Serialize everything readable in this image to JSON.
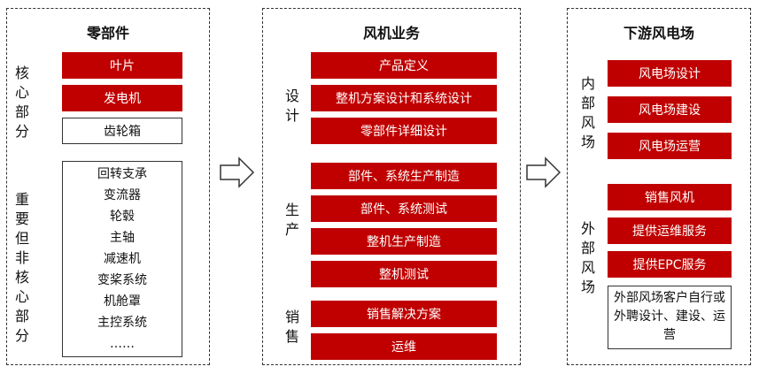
{
  "colors": {
    "accent_red": "#c00000",
    "border": "#333333"
  },
  "left": {
    "title": "零部件",
    "core_label": "核心部分",
    "core_items": [
      "叶片",
      "发电机"
    ],
    "core_plain": "齿轮箱",
    "important_label": "重要但非核心部分",
    "important_items": [
      "回转支承",
      "变流器",
      "轮毂",
      "主轴",
      "减速机",
      "变桨系统",
      "机舱罩",
      "主控系统",
      "……"
    ]
  },
  "middle": {
    "title": "风机业务",
    "design_label": "设计",
    "design_items": [
      "产品定义",
      "整机方案设计和系统设计",
      "零部件详细设计"
    ],
    "production_label": "生产",
    "production_items": [
      "部件、系统生产制造",
      "部件、系统测试",
      "整机生产制造",
      "整机测试"
    ],
    "sales_label": "销售",
    "sales_items": [
      "销售解决方案",
      "运维"
    ]
  },
  "right": {
    "title": "下游风电场",
    "internal_label": "内部风场",
    "internal_items": [
      "风电场设计",
      "风电场建设",
      "风电场运营"
    ],
    "external_label": "外部风场",
    "external_items": [
      "销售风机",
      "提供运维服务",
      "提供EPC服务"
    ],
    "external_note": "外部风场客户自行或外聘设计、建设、运营"
  },
  "icons": [
    "right-arrow-icon",
    "right-arrow-icon"
  ]
}
